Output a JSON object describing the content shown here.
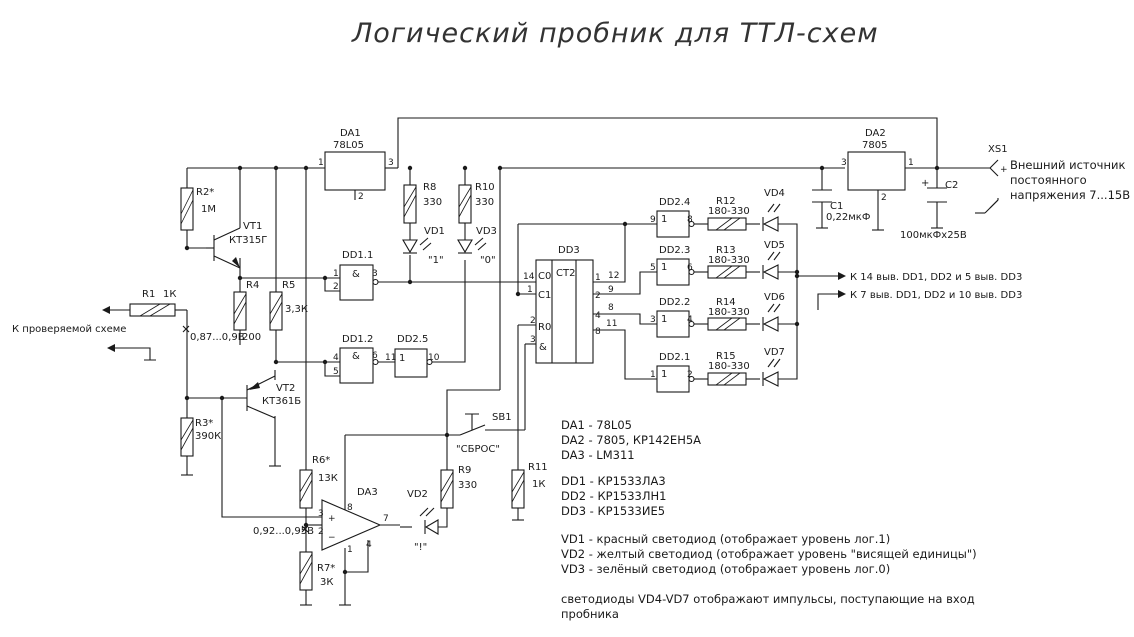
{
  "title": "Логический пробник для ТТЛ-схем",
  "components": {
    "DA1": {
      "ref": "DA1",
      "part": "78L05"
    },
    "DA2": {
      "ref": "DA2",
      "part": "7805"
    },
    "DA3": {
      "ref": "DA3"
    },
    "DD3": {
      "ref": "DD3",
      "func": "CT2",
      "in1": "C0",
      "in2": "C1",
      "r0": "R0",
      "amp": "&"
    },
    "XS1": {
      "ref": "XS1"
    },
    "gates": {
      "dd11": {
        "ref": "DD1.1",
        "sym": "&"
      },
      "dd12": {
        "ref": "DD1.2",
        "sym": "&"
      },
      "dd25": {
        "ref": "DD2.5",
        "sym": "1"
      },
      "dd24": {
        "ref": "DD2.4",
        "sym": "1"
      },
      "dd23": {
        "ref": "DD2.3",
        "sym": "1"
      },
      "dd22": {
        "ref": "DD2.2",
        "sym": "1"
      },
      "dd21": {
        "ref": "DD2.1",
        "sym": "1"
      }
    },
    "transistors": {
      "vt1": {
        "ref": "VT1",
        "part": "КТ315Г"
      },
      "vt2": {
        "ref": "VT2",
        "part": "КТ361Б"
      }
    },
    "resistors": {
      "r1": {
        "ref": "R1",
        "val": "1К"
      },
      "r2": {
        "ref": "R2*",
        "val": "1М"
      },
      "r3": {
        "ref": "R3*",
        "val": "390К"
      },
      "r4": {
        "ref": "R4",
        "val": "200"
      },
      "r5": {
        "ref": "R5",
        "val": "3,3К"
      },
      "r6": {
        "ref": "R6*",
        "val": "13К"
      },
      "r7": {
        "ref": "R7*",
        "val": "3К"
      },
      "r8": {
        "ref": "R8",
        "val": "330"
      },
      "r9": {
        "ref": "R9",
        "val": "330"
      },
      "r10": {
        "ref": "R10",
        "val": "330"
      },
      "r11": {
        "ref": "R11",
        "val": "1К"
      },
      "r12": {
        "ref": "R12",
        "val": "180-330"
      },
      "r13": {
        "ref": "R13",
        "val": "180-330"
      },
      "r14": {
        "ref": "R14",
        "val": "180-330"
      },
      "r15": {
        "ref": "R15",
        "val": "180-330"
      }
    },
    "leds": {
      "vd1": {
        "ref": "VD1",
        "sig": "\"1\""
      },
      "vd2": {
        "ref": "VD2",
        "sig": "\"!\""
      },
      "vd3": {
        "ref": "VD3",
        "sig": "\"0\""
      },
      "vd4": {
        "ref": "VD4"
      },
      "vd5": {
        "ref": "VD5"
      },
      "vd6": {
        "ref": "VD6"
      },
      "vd7": {
        "ref": "VD7"
      }
    },
    "caps": {
      "c1": {
        "ref": "C1",
        "val": "0,22мкФ"
      },
      "c2": {
        "ref": "C2",
        "val": "100мкФх25В"
      }
    },
    "button": {
      "ref": "SB1",
      "label": "\"СБРОС\""
    }
  },
  "labels": {
    "probe_input": "К проверяемой схеме",
    "v_probe": "0,87...0,9В",
    "v_ref": "0,92...0,95В",
    "ext_power": [
      "Внешний источник",
      "постоянного",
      "напряжения 7...15В"
    ],
    "to_pin14": "К 14 выв. DD1, DD2 и 5 выв. DD3",
    "to_pin7": "К 7 выв. DD1, DD2 и 10 выв. DD3"
  },
  "legend": {
    "da": [
      "DA1 - 78L05",
      "DA2 - 7805, КР142ЕН5А",
      "DA3 - LM311"
    ],
    "dd": [
      "DD1 - КР1533ЛА3",
      "DD2 - КР1533ЛН1",
      "DD3 - КР1533ИЕ5"
    ],
    "vd": [
      "VD1 - красный светодиод (отображает уровень лог.1)",
      "VD2 - желтый светодиод (отображает уровень \"висящей единицы\")",
      "VD3 - зелёный светодиод (отображает уровень лог.0)"
    ],
    "note": [
      "светодиоды VD4-VD7 отображают импульсы, поступающие на вход",
      "пробника"
    ]
  }
}
